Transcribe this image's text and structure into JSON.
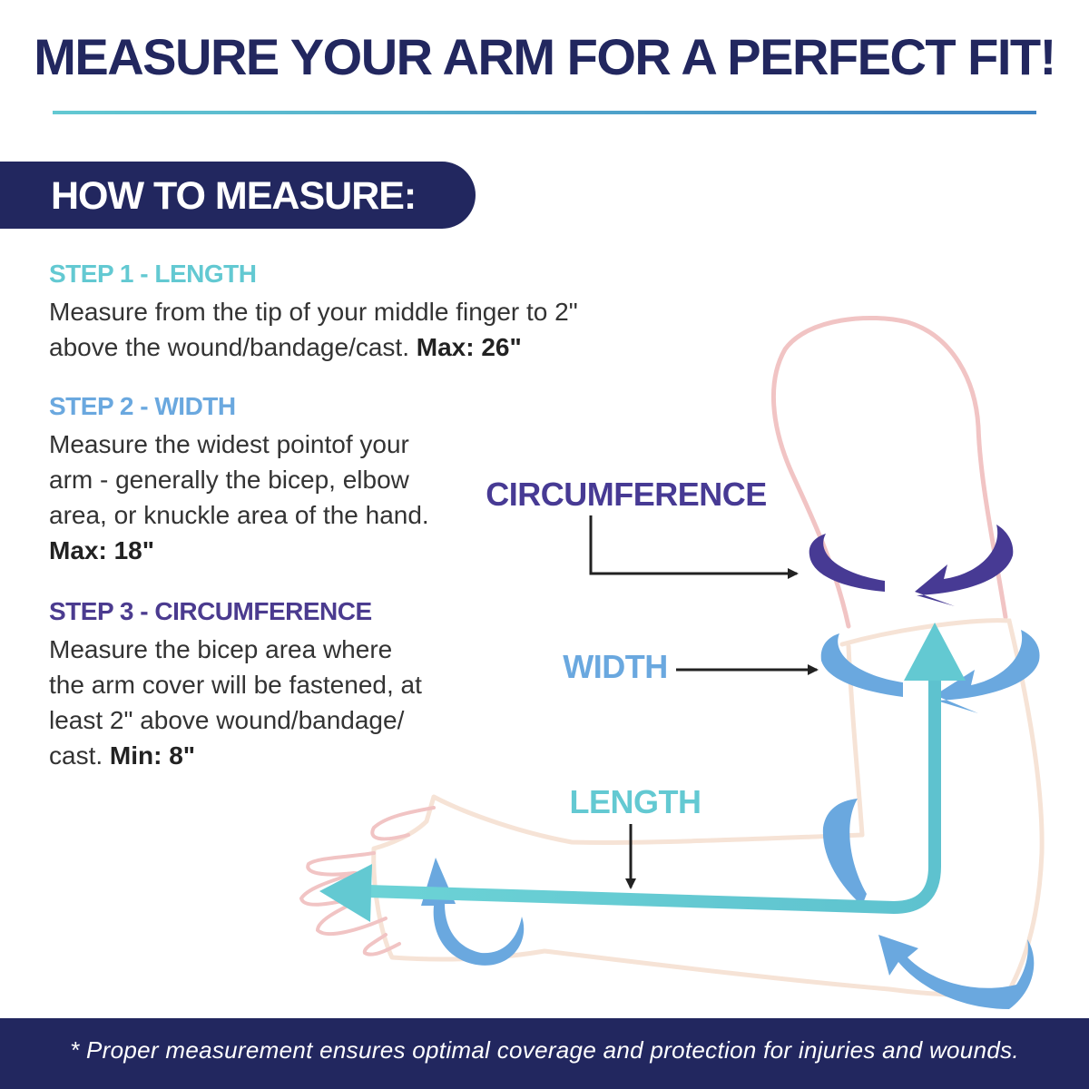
{
  "title": "MEASURE YOUR ARM FOR A PERFECT FIT!",
  "section_heading": "HOW TO MEASURE:",
  "steps": [
    {
      "title": "STEP 1 - LENGTH",
      "color": "#63c9d2",
      "lines": [
        "Measure from the tip of your middle finger to 2\"",
        "above the wound/bandage/cast."
      ],
      "limit": "Max: 26\""
    },
    {
      "title": "STEP 2 - WIDTH",
      "color": "#6aa8df",
      "lines": [
        "Measure the widest pointof your",
        "arm - generally the bicep, elbow",
        "area, or knuckle area of the hand."
      ],
      "limit": "Max: 18\""
    },
    {
      "title": "STEP 3 - CIRCUMFERENCE",
      "color": "#4b3b8f",
      "lines": [
        "Measure the bicep area where",
        "the arm cover will be fastened, at",
        "least 2\" above wound/bandage/",
        "cast."
      ],
      "limit": "Min: 8\""
    }
  ],
  "diagram": {
    "circumference_label": "CIRCUMFERENCE",
    "width_label": "WIDTH",
    "length_label": "LENGTH",
    "colors": {
      "circumference": "#473a94",
      "width": "#6aa8df",
      "length": "#63c9d2",
      "arm_outline_upper": "#f1c4c4",
      "arm_outline_lower": "#f6e3d6",
      "pointer": "#222222"
    }
  },
  "footer": "* Proper measurement ensures optimal coverage and protection for injuries and wounds."
}
